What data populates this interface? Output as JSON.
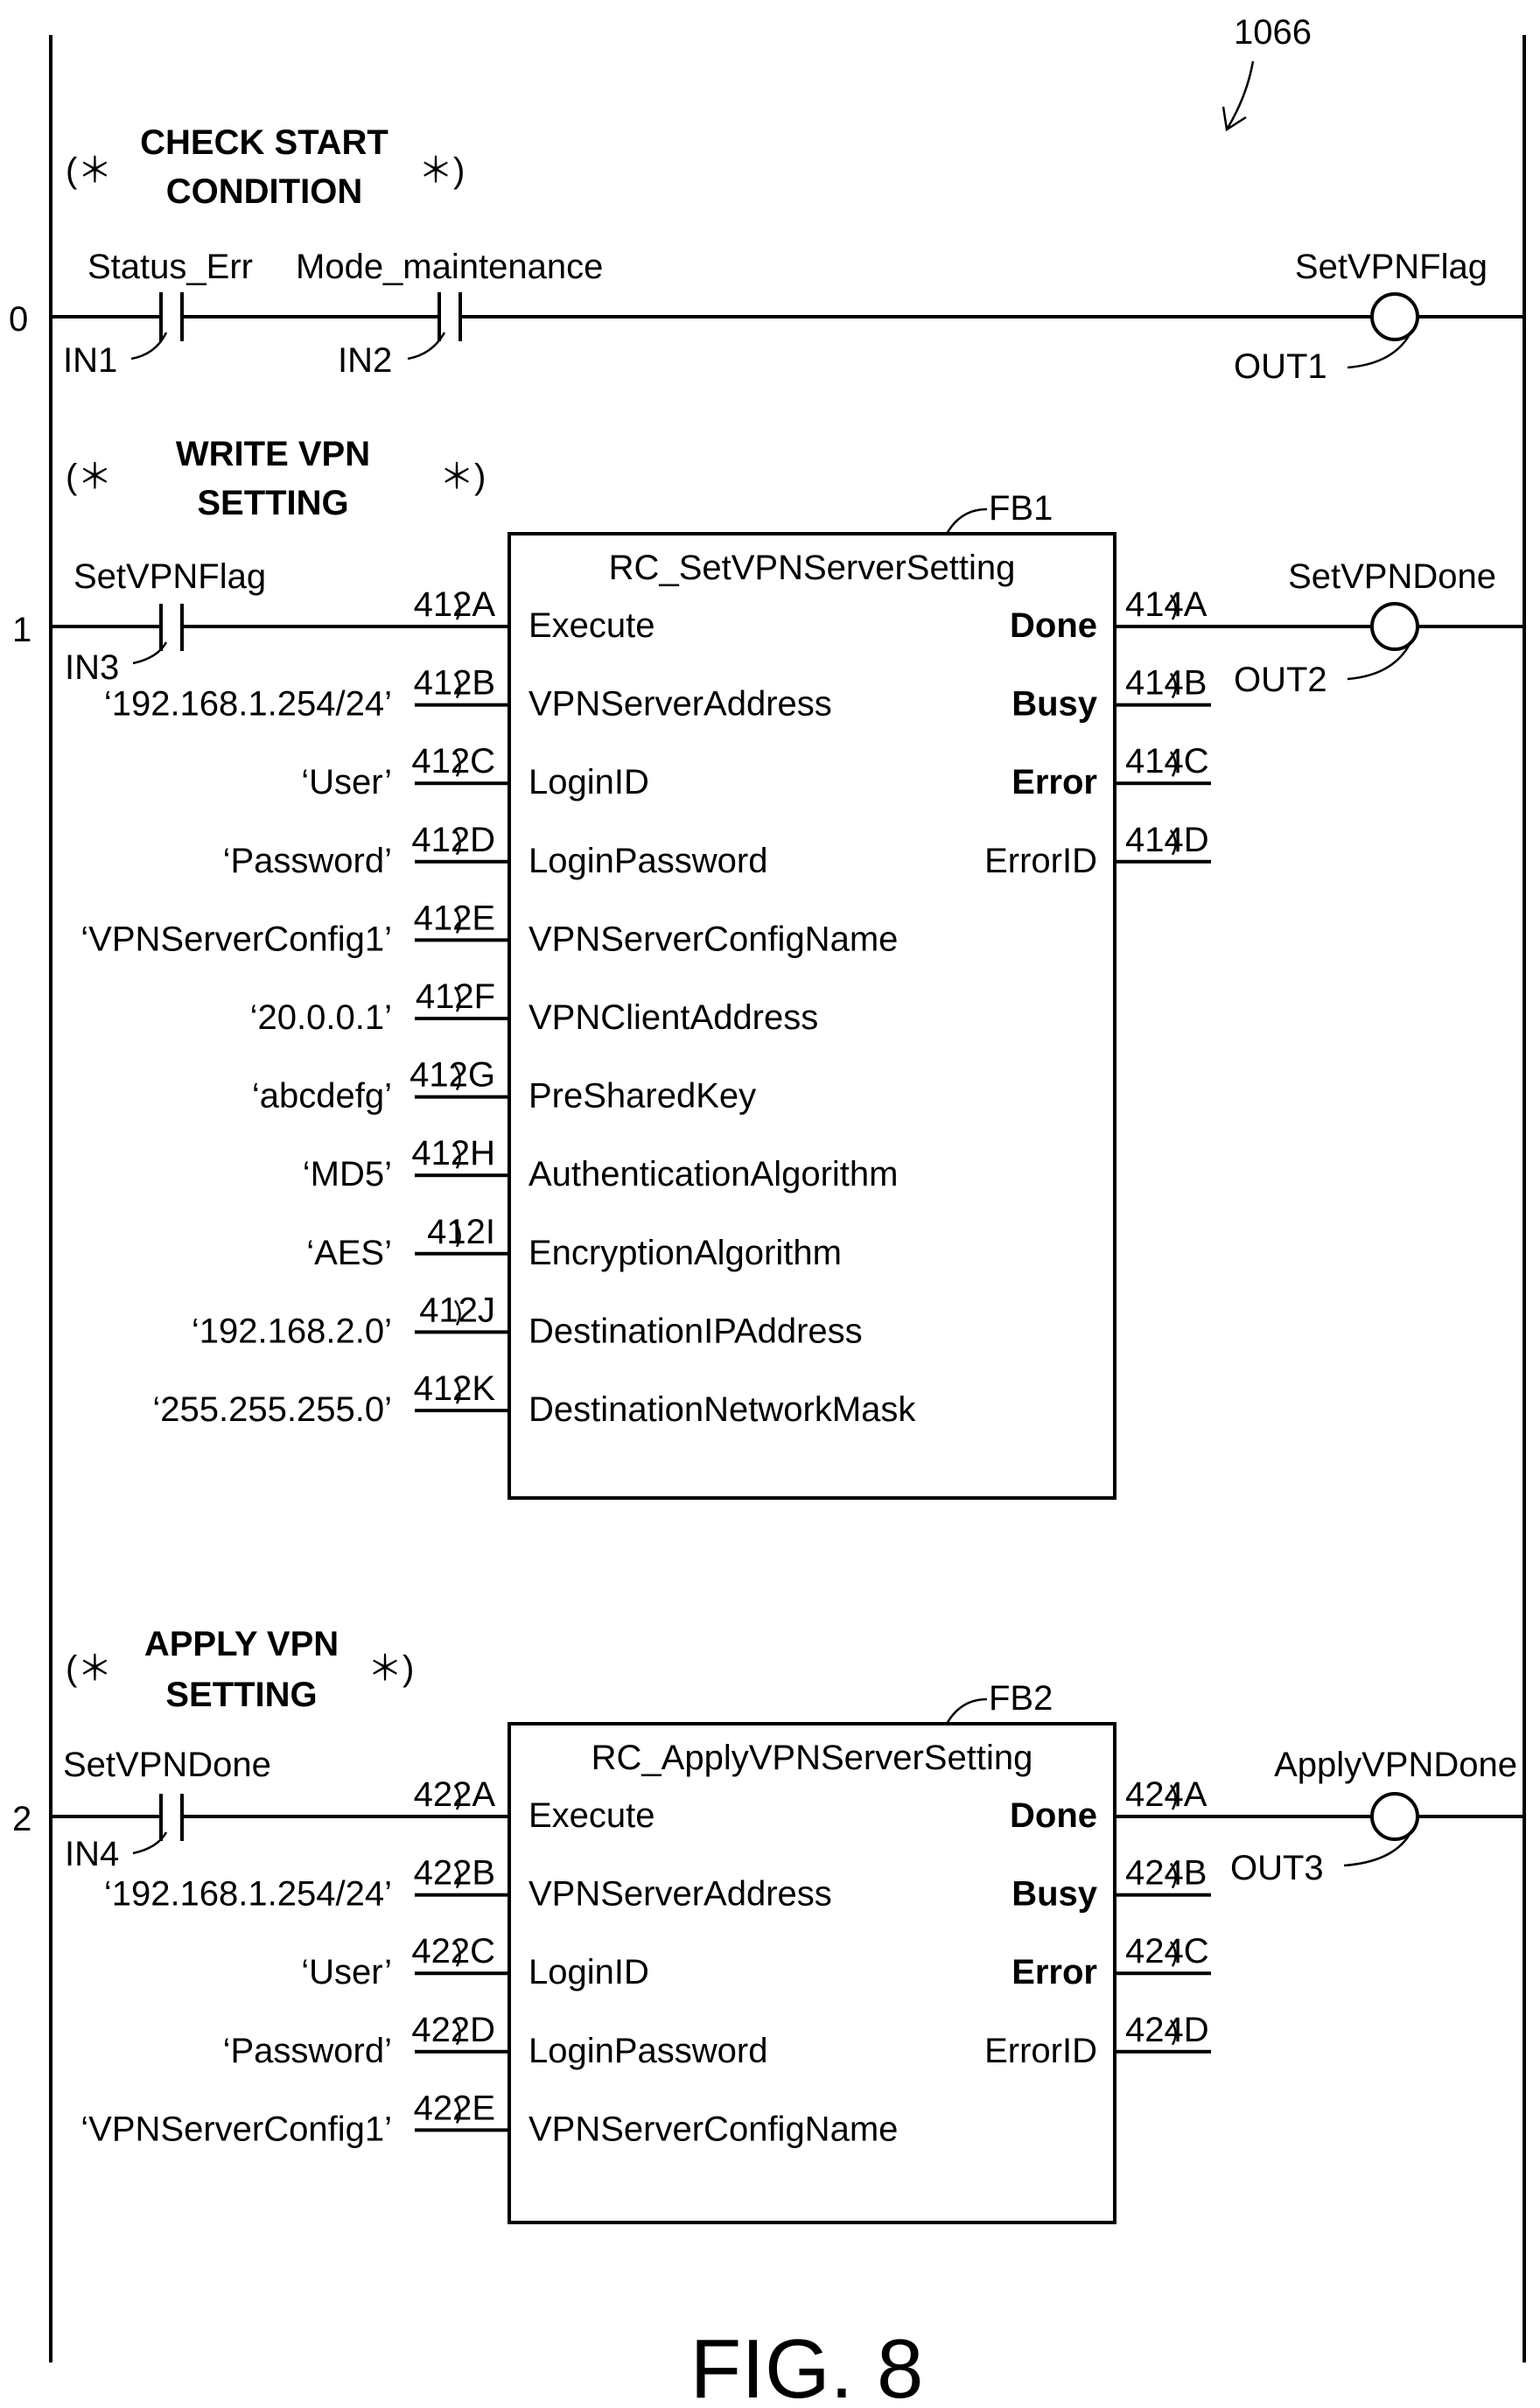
{
  "figure_ref": "1066",
  "figure_label": "FIG. 8",
  "rungs": [
    {
      "number": "0",
      "comment_open": "(＊",
      "comment_lines": [
        "CHECK START",
        "CONDITION"
      ],
      "comment_close": "＊)",
      "contacts": [
        {
          "label": "Status_Err",
          "ref": "IN1"
        },
        {
          "label": "Mode_maintenance",
          "ref": "IN2"
        }
      ],
      "coil": {
        "label": "SetVPNFlag",
        "ref": "OUT1"
      }
    },
    {
      "number": "1",
      "comment_open": "(＊",
      "comment_lines": [
        "WRITE VPN",
        "SETTING"
      ],
      "comment_close": "＊)",
      "contact": {
        "label": "SetVPNFlag",
        "ref": "IN3"
      },
      "block": {
        "ref": "FB1",
        "name": "RC_SetVPNServerSetting",
        "inputs": [
          {
            "ref": "412A",
            "pin": "Execute",
            "value": ""
          },
          {
            "ref": "412B",
            "pin": "VPNServerAddress",
            "value": "‘192.168.1.254/24’"
          },
          {
            "ref": "412C",
            "pin": "LoginID",
            "value": "‘User’"
          },
          {
            "ref": "412D",
            "pin": "LoginPassword",
            "value": "‘Password’"
          },
          {
            "ref": "412E",
            "pin": "VPNServerConfigName",
            "value": "‘VPNServerConfig1’"
          },
          {
            "ref": "412F",
            "pin": "VPNClientAddress",
            "value": "‘20.0.0.1’"
          },
          {
            "ref": "412G",
            "pin": "PreSharedKey",
            "value": "‘abcdefg’"
          },
          {
            "ref": "412H",
            "pin": "AuthenticationAlgorithm",
            "value": "‘MD5’"
          },
          {
            "ref": "412I",
            "pin": "EncryptionAlgorithm",
            "value": "‘AES’"
          },
          {
            "ref": "412J",
            "pin": "DestinationIPAddress",
            "value": "‘192.168.2.0’"
          },
          {
            "ref": "412K",
            "pin": "DestinationNetworkMask",
            "value": "‘255.255.255.0’"
          }
        ],
        "outputs": [
          {
            "ref": "414A",
            "pin": "Done"
          },
          {
            "ref": "414B",
            "pin": "Busy"
          },
          {
            "ref": "414C",
            "pin": "Error"
          },
          {
            "ref": "414D",
            "pin": "ErrorID"
          }
        ]
      },
      "coil": {
        "label": "SetVPNDone",
        "ref": "OUT2"
      }
    },
    {
      "number": "2",
      "comment_open": "(＊",
      "comment_lines": [
        "APPLY VPN",
        "SETTING"
      ],
      "comment_close": "＊)",
      "contact": {
        "label": "SetVPNDone",
        "ref": "IN4"
      },
      "block": {
        "ref": "FB2",
        "name": "RC_ApplyVPNServerSetting",
        "inputs": [
          {
            "ref": "422A",
            "pin": "Execute",
            "value": ""
          },
          {
            "ref": "422B",
            "pin": "VPNServerAddress",
            "value": "‘192.168.1.254/24’"
          },
          {
            "ref": "422C",
            "pin": "LoginID",
            "value": "‘User’"
          },
          {
            "ref": "422D",
            "pin": "LoginPassword",
            "value": "‘Password’"
          },
          {
            "ref": "422E",
            "pin": "VPNServerConfigName",
            "value": "‘VPNServerConfig1’"
          }
        ],
        "outputs": [
          {
            "ref": "424A",
            "pin": "Done"
          },
          {
            "ref": "424B",
            "pin": "Busy"
          },
          {
            "ref": "424C",
            "pin": "Error"
          },
          {
            "ref": "424D",
            "pin": "ErrorID"
          }
        ]
      },
      "coil": {
        "label": "ApplyVPNDone",
        "ref": "OUT3"
      }
    }
  ]
}
